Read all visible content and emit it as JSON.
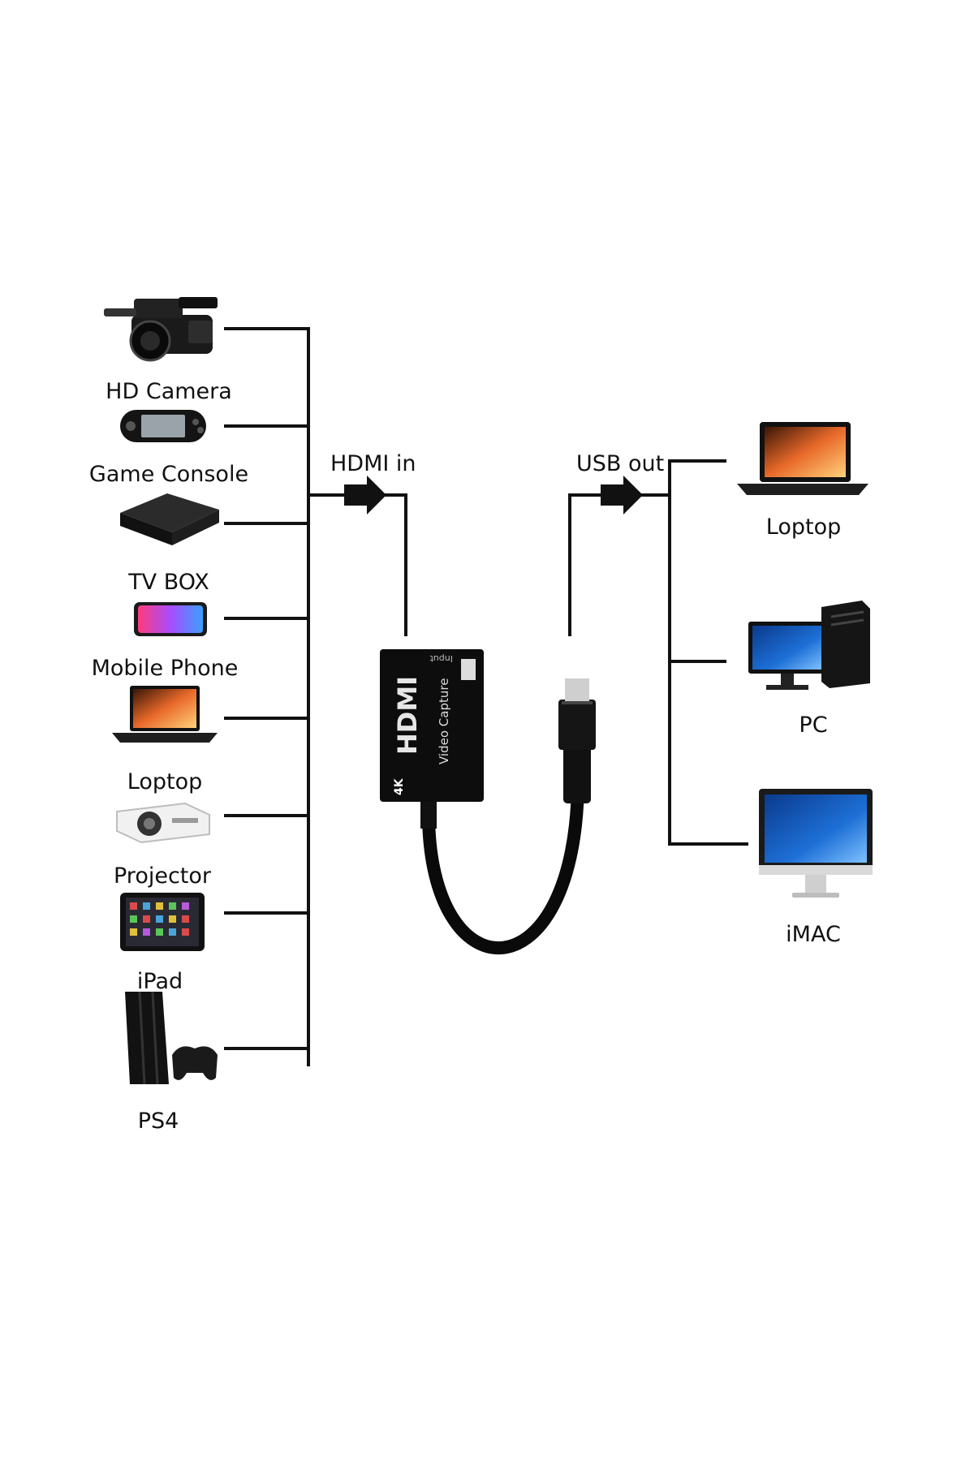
{
  "input_label": "HDMI in",
  "output_label": "USB  out",
  "inputs": [
    {
      "label": "HD Camera",
      "icon": "video-camera-icon"
    },
    {
      "label": "Game Console",
      "icon": "handheld-console-icon"
    },
    {
      "label": "TV BOX",
      "icon": "tv-box-icon"
    },
    {
      "label": "Mobile Phone",
      "icon": "mobile-phone-icon"
    },
    {
      "label": "Loptop",
      "icon": "laptop-icon"
    },
    {
      "label": "Projector",
      "icon": "projector-icon"
    },
    {
      "label": "iPad",
      "icon": "tablet-icon"
    },
    {
      "label": "PS4",
      "icon": "game-console-icon"
    }
  ],
  "outputs": [
    {
      "label": "Loptop",
      "icon": "laptop-icon"
    },
    {
      "label": "PC",
      "icon": "desktop-pc-icon"
    },
    {
      "label": "iMAC",
      "icon": "imac-icon"
    }
  ],
  "device": {
    "brand": "HDMI",
    "name": "Video Capture",
    "badge": "4K",
    "port_label": "Input",
    "icon": "video-capture-card-icon"
  },
  "colors": {
    "line": "#111111",
    "device": "#0d0d0d",
    "screen_warm": "#e8692a",
    "screen_blue": "#1d6fd6"
  }
}
